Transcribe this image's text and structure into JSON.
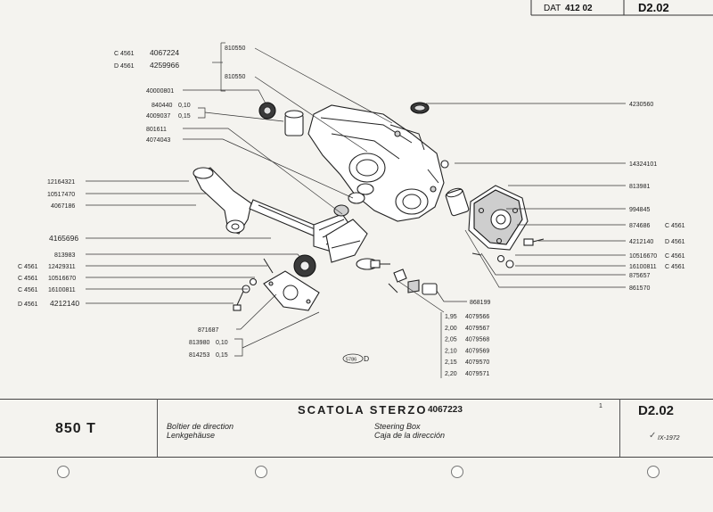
{
  "header": {
    "dat_label": "DAT",
    "dat_code": "412 02",
    "sheet_code": "D2.02"
  },
  "labels": {
    "c4561_a": "C 4561",
    "p4067224": "4067224",
    "d4561_a": "D 4561",
    "p4259966": "4259966",
    "p810550_a": "810550",
    "p810550_b": "810550",
    "p40000801": "40000801",
    "p840440": "840440",
    "s840440": "0,10",
    "p4009037": "4009037",
    "s4009037": "0,15",
    "p801611": "801611",
    "p4074043": "4074043",
    "p12164321": "12164321",
    "p10517470": "10517470",
    "p4067186": "4067186",
    "p4165696": "4165696",
    "p813983": "813983",
    "c4561_b": "C 4561",
    "p12429311": "12429311",
    "c4561_c": "C 4561",
    "p10516670_l": "10516670",
    "c4561_d": "C 4561",
    "p16100811_l": "16100811",
    "d4561_b": "D 4561",
    "p4212140_l": "4212140",
    "p871687": "871687",
    "p813980": "813980",
    "s813980": "0,10",
    "p814253": "814253",
    "s814253": "0,15",
    "p5786": "5786",
    "p5786_d": "D",
    "p4230560": "4230560",
    "p14324101": "14324101",
    "p813981": "813981",
    "p994845": "994845",
    "p874686": "874686",
    "c4561_r1": "C 4561",
    "p4212140_r": "4212140",
    "d4561_r": "D 4561",
    "p10516670_r": "10516670",
    "c4561_r2": "C 4561",
    "p16100811_r": "16100811",
    "c4561_r3": "C 4561",
    "p875657": "875657",
    "p861570": "861570",
    "p868199": "868199"
  },
  "shim_table": [
    {
      "size": "1,95",
      "code": "4079566"
    },
    {
      "size": "2,00",
      "code": "4079567"
    },
    {
      "size": "2,05",
      "code": "4079568"
    },
    {
      "size": "2,10",
      "code": "4079569"
    },
    {
      "size": "2,15",
      "code": "4079570"
    },
    {
      "size": "2,20",
      "code": "4079571"
    }
  ],
  "footer": {
    "model": "850 T",
    "title_it": "SCATOLA STERZO",
    "title_code": "4067223",
    "fr": "Boîtier de direction",
    "de": "Lenkgehäuse",
    "en": "Steering Box",
    "es": "Caja de la dirección",
    "page_no": "1",
    "sheet": "D2.02",
    "date": "IX-1972"
  }
}
